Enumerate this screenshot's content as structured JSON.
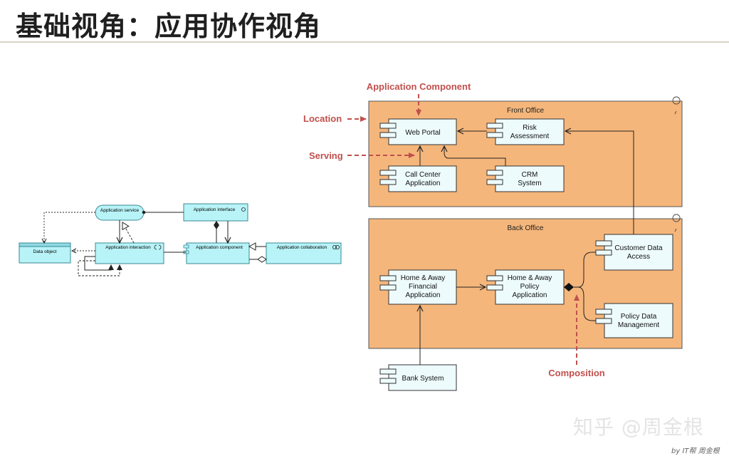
{
  "header": {
    "title": "基础视角：应用协作视角"
  },
  "left_diagram": {
    "app_service": "Application service",
    "app_interface": "Application interface",
    "data_object": "Data object",
    "app_interaction": "Application interaction",
    "app_component": "Application component",
    "app_collaboration": "Application collaboration"
  },
  "right_diagram": {
    "front_office": "Front Office",
    "back_office": "Back Office",
    "web_portal": "Web Portal",
    "risk": [
      "Risk",
      "Assessment"
    ],
    "call_center": [
      "Call Center",
      "Application"
    ],
    "crm": [
      "CRM",
      "System"
    ],
    "customer_data": [
      "Customer Data",
      "Access"
    ],
    "home_financial": [
      "Home & Away",
      "Financial",
      "Application"
    ],
    "home_policy": [
      "Home & Away",
      "Policy",
      "Application"
    ],
    "policy_data": [
      "Policy Data",
      "Management"
    ],
    "bank_system": "Bank System"
  },
  "annotations": {
    "app_component": "Application Component",
    "location": "Location",
    "serving": "Serving",
    "composition": "Composition"
  },
  "colors": {
    "annotation": "#c0504d",
    "group_fill": "#f5b67b",
    "element_fill": "#eefbfd",
    "left_fill": "#b7f3f7"
  },
  "watermark": "知乎 @周金根",
  "credit": "by IT帮 周金根"
}
